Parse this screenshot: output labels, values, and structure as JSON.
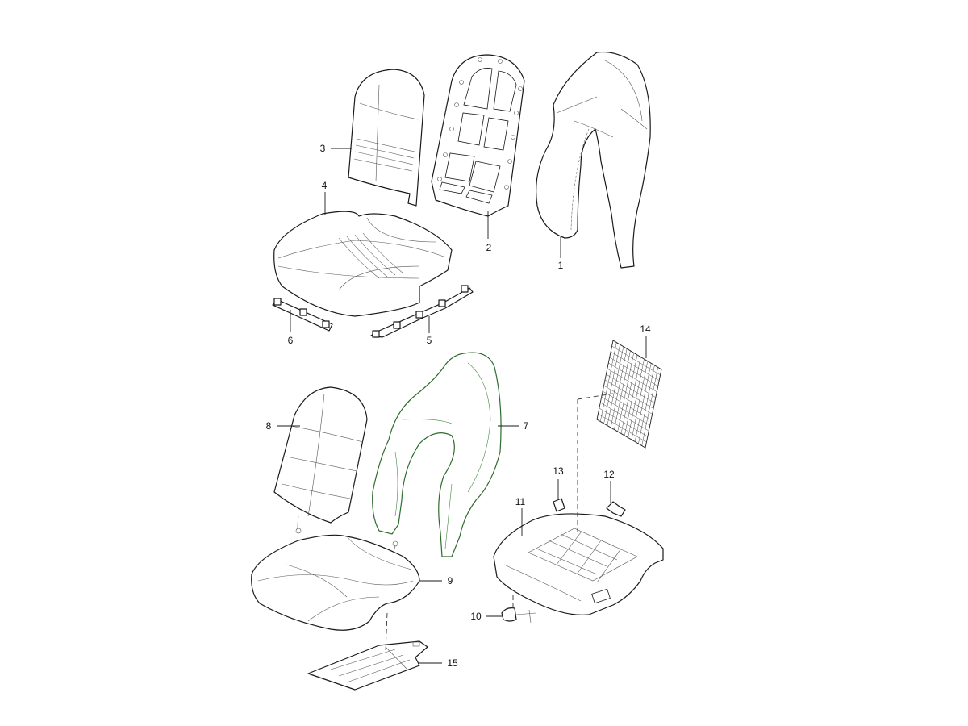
{
  "diagram": {
    "callouts": [
      {
        "id": "c1",
        "label": "1"
      },
      {
        "id": "c2",
        "label": "2"
      },
      {
        "id": "c3",
        "label": "3"
      },
      {
        "id": "c4",
        "label": "4"
      },
      {
        "id": "c5",
        "label": "5"
      },
      {
        "id": "c6",
        "label": "6"
      },
      {
        "id": "c7",
        "label": "7"
      },
      {
        "id": "c8",
        "label": "8"
      },
      {
        "id": "c9",
        "label": "9"
      },
      {
        "id": "c10",
        "label": "10"
      },
      {
        "id": "c11",
        "label": "11"
      },
      {
        "id": "c12",
        "label": "12"
      },
      {
        "id": "c13",
        "label": "13"
      },
      {
        "id": "c14",
        "label": "14"
      },
      {
        "id": "c15",
        "label": "15"
      }
    ],
    "colors": {
      "line": "#1a1a1a",
      "highlight": "#2e6b2e",
      "background": "#ffffff"
    }
  }
}
